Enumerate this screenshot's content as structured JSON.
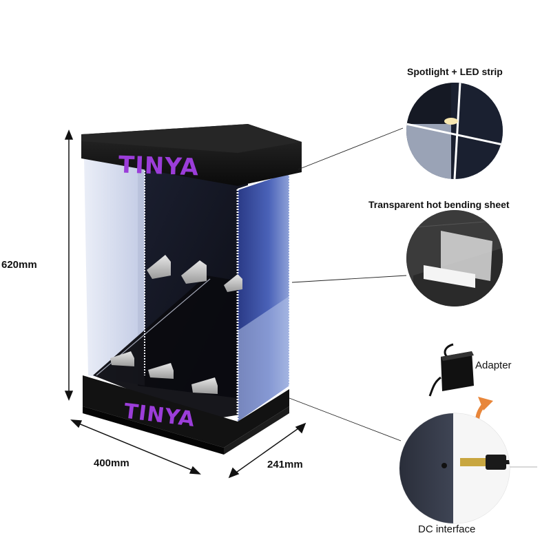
{
  "brand": {
    "logo_top": "TINYA",
    "logo_bottom": "TINYA",
    "logo_color": "#9b3dd9"
  },
  "dimensions": {
    "height": "620mm",
    "width": "400mm",
    "depth": "241mm"
  },
  "callouts": {
    "spotlight": "Spotlight + LED strip",
    "bending_sheet": "Transparent hot bending sheet",
    "adapter": "Adapter",
    "dc_interface": "DC interface"
  },
  "colors": {
    "cabinet_black": "#141414",
    "glow_blue": "#3a4f9a",
    "accent_arrow": "#e8863a"
  }
}
